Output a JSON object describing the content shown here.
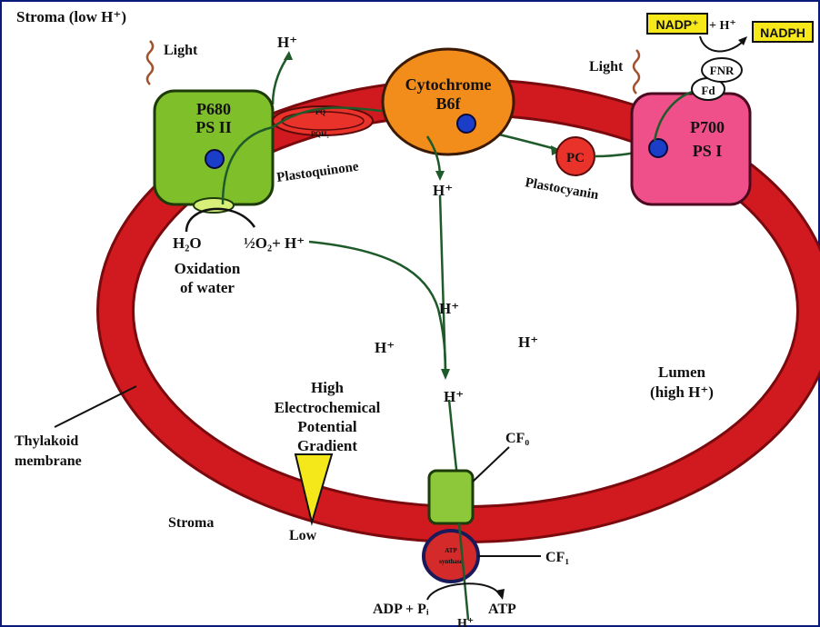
{
  "title": "Stroma (low H⁺)",
  "colors": {
    "membrane": "#d11a1f",
    "membrane_edge": "#7a0a0d",
    "ps2_fill": "#7fbf2a",
    "cytochrome_fill": "#f28c1a",
    "ps1_fill": "#f0508a",
    "pc_fill": "#e8322a",
    "electron": "#1a3ec8",
    "path_line": "#1f5a2a",
    "highlight_box": "#f7e81a",
    "cf0_fill": "#8cc83a",
    "atp_synthase_fill": "#d42a2a",
    "triangle_fill": "#f5e81a"
  },
  "labels": {
    "light_left": "Light",
    "light_right": "Light",
    "h_plus_top": "H⁺",
    "ps2_line1": "P680",
    "ps2_line2": "PS II",
    "pq_top": "PQ",
    "pq_bottom": "PQH₂",
    "plastoquinone": "Plastoquinone",
    "cyto_line1": "Cytochrome",
    "cyto_line2": "B6f",
    "h_plus_cyto": "H⁺",
    "pc": "PC",
    "plastocyanin": "Plastocyanin",
    "ps1_line1": "P700",
    "ps1_line2": "PS I",
    "fd": "Fd",
    "fnr": "FNR",
    "nadp": "NADP⁺",
    "nadp_plus": "+ H⁺",
    "nadph": "NADPH",
    "h2o": "H₂O",
    "half_o2": "½O₂+ H⁺",
    "oxidation_line1": "Oxidation",
    "oxidation_line2": "of water",
    "h_lumen_1": "H⁺",
    "h_lumen_2": "H⁺",
    "h_lumen_3": "H⁺",
    "h_lumen_4": "H⁺",
    "lumen_line1": "Lumen",
    "lumen_line2": "(high H⁺)",
    "gradient_line1": "High",
    "gradient_line2": "Electrochemical",
    "gradient_line3": "Potential",
    "gradient_line4": "Gradient",
    "low": "Low",
    "thylakoid_line1": "Thylakoid",
    "thylakoid_line2": "membrane",
    "stroma": "Stroma",
    "cf0": "CF₀",
    "cf1": "CF₁",
    "atp_synthase_line1": "ATP",
    "atp_synthase_line2": "synthase",
    "adp_pi": "ADP + Pᵢ",
    "atp": "ATP",
    "h_plus_bottom": "H⁺"
  }
}
